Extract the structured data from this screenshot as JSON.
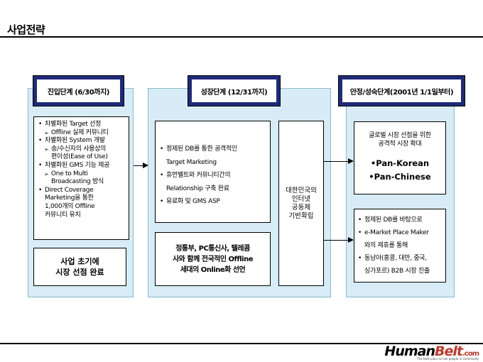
{
  "page": {
    "title": "사업전략"
  },
  "phases": [
    {
      "title": "진입단계 (6/30까지)",
      "list": [
        {
          "text": "차별화된 Target 선정",
          "type": "bullet"
        },
        {
          "text": "Offline 실제 커뮤니티",
          "type": "sub"
        },
        {
          "text": "차별화된 System 개발",
          "type": "bullet"
        },
        {
          "text": "송/수신자의 사용상의",
          "type": "sub"
        },
        {
          "text": "편이성(Ease of Use)",
          "type": "cont"
        },
        {
          "text": "차별화된 GMS 기능 제공",
          "type": "bullet"
        },
        {
          "text": "One to Multi",
          "type": "sub"
        },
        {
          "text": "Broadcasting 방식",
          "type": "cont"
        },
        {
          "text": "Direct Coverage",
          "type": "bullet"
        },
        {
          "text": "Marketing을 통한",
          "type": "indent"
        },
        {
          "text": "1,000개의 Offline",
          "type": "indent"
        },
        {
          "text": "커뮤니티 유치",
          "type": "indent"
        }
      ],
      "result_line1": "사업 초기에",
      "result_line2": "시장 선점 완료"
    },
    {
      "title": "성장단계 (12/31까지)",
      "list": [
        {
          "text": "정제된 DB를 통한 공격적인",
          "type": "bullet"
        },
        {
          "text": "Target Marketing",
          "type": "indent"
        },
        {
          "text": "휴먼벨트와 커뮤니티간의",
          "type": "bullet"
        },
        {
          "text": "Relationship 구축 완료",
          "type": "indent"
        },
        {
          "text": "유료화 및 GMS ASP",
          "type": "bullet"
        }
      ],
      "side_line1": "대한민국의",
      "side_line2": "인터넷",
      "side_line3": "공동체",
      "side_line4": "기반확립",
      "partner_line1": "정통부, PC통신사, 텔레콤",
      "partner_line2": "사와 함께 전국적인 Offline",
      "partner_line3": "세대의 Online화 선언"
    },
    {
      "title": "안정/성숙단계(2001년 1/1일부터)",
      "global_line1": "글로벌 시장 선점을 위한",
      "global_line2": "공격적 시장 확대",
      "global_item1": "•Pan-Korean",
      "global_item2": "•Pan-Chinese",
      "list": [
        {
          "text": "정제된 DB를 바탕으로",
          "type": "bullet"
        },
        {
          "text": "e-Market Place Maker",
          "type": "bullet"
        },
        {
          "text": "와의 제휴를 통해",
          "type": "indent"
        },
        {
          "text": "동남아(홍콩, 대만, 중국,",
          "type": "bullet"
        },
        {
          "text": "싱가포르) B2B 시장 진출",
          "type": "indent"
        }
      ]
    }
  ],
  "footer": {
    "logo_human": "Human",
    "logo_belt": "Belt",
    "logo_com": ".com",
    "logo_tagline": "The best place to link people in community"
  }
}
